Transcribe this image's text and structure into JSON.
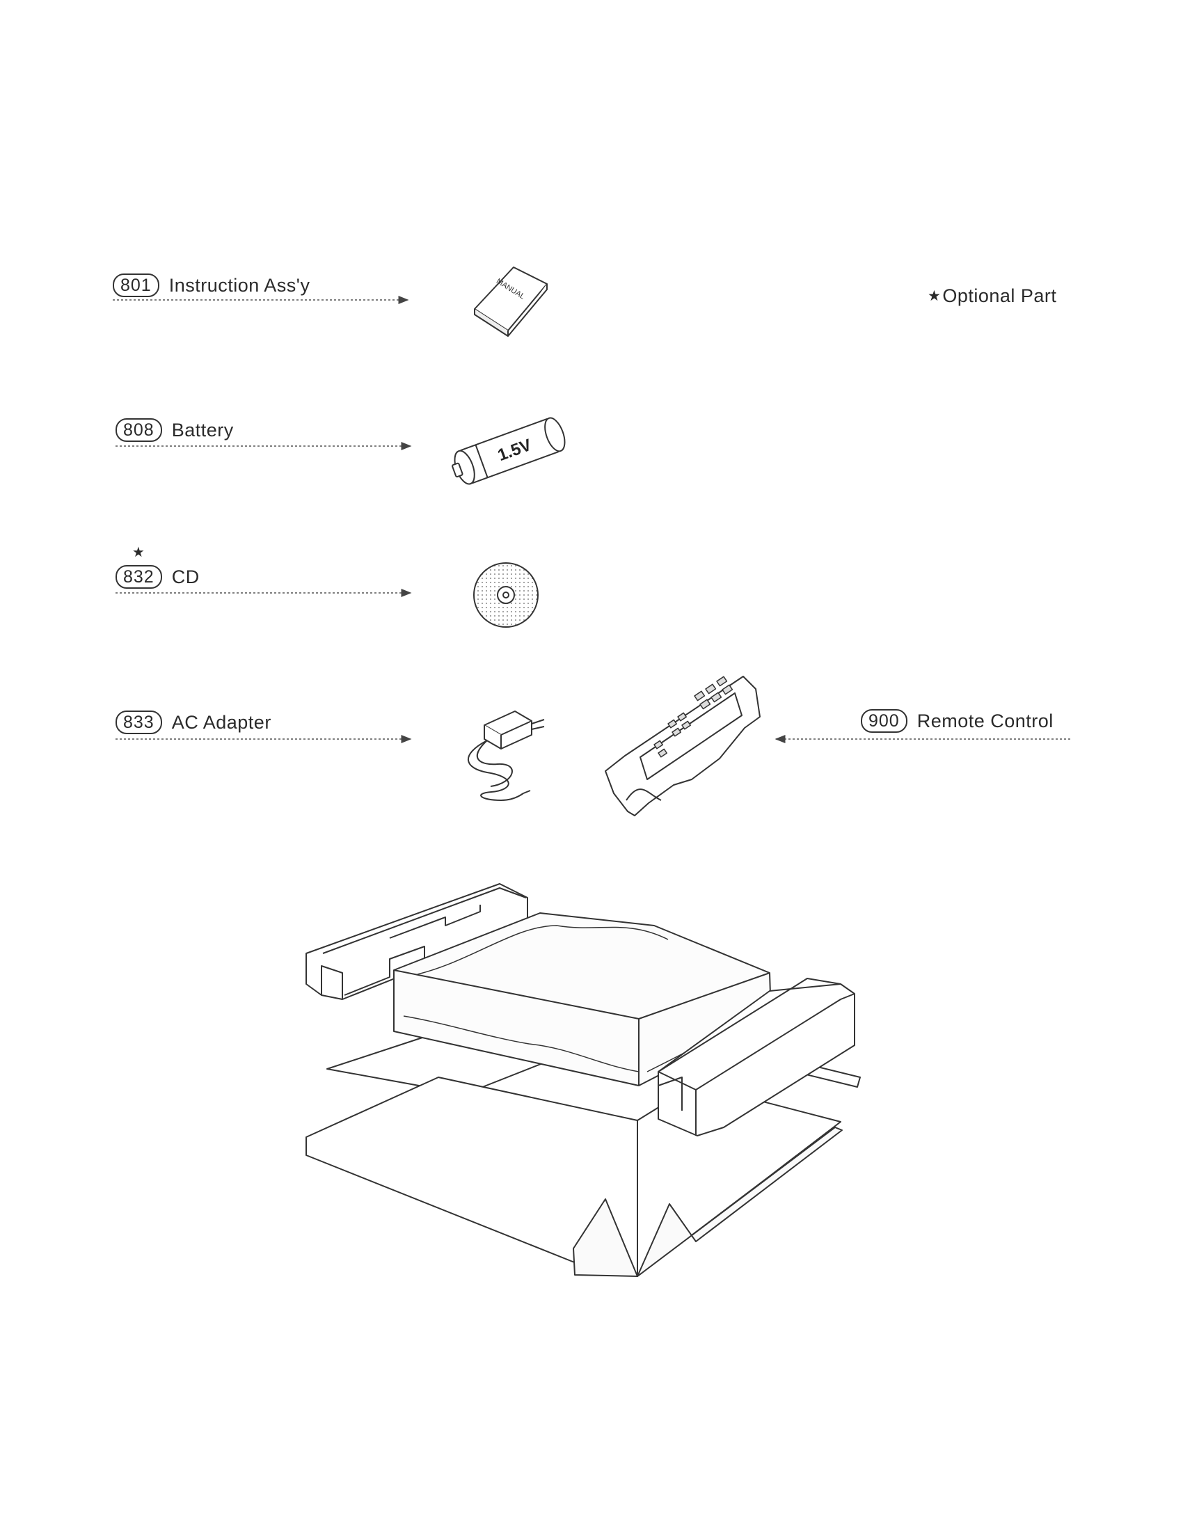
{
  "optional_note": {
    "star": "★",
    "text": "Optional Part"
  },
  "parts": [
    {
      "number": "801",
      "name": "Instruction Ass'y",
      "optional": false
    },
    {
      "number": "808",
      "name": "Battery",
      "optional": false
    },
    {
      "number": "832",
      "name": "CD",
      "optional": true,
      "star": "★"
    },
    {
      "number": "833",
      "name": "AC Adapter",
      "optional": false
    },
    {
      "number": "900",
      "name": "Remote Control",
      "optional": false
    }
  ],
  "illustration_text": {
    "manual": "MANUAL",
    "battery": "1.5V"
  }
}
